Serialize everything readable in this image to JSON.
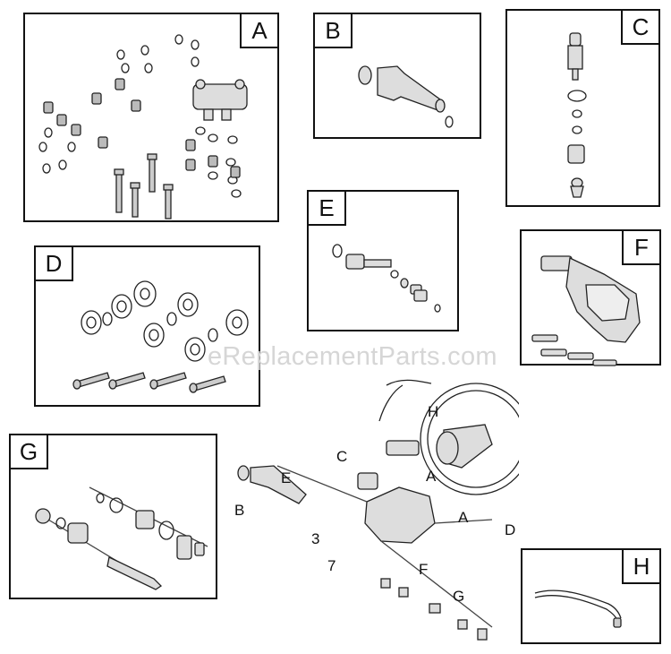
{
  "panels": {
    "A": {
      "label": "A"
    },
    "B": {
      "label": "B"
    },
    "C": {
      "label": "C"
    },
    "D": {
      "label": "D"
    },
    "E": {
      "label": "E"
    },
    "F": {
      "label": "F"
    },
    "G": {
      "label": "G"
    },
    "H": {
      "label": "H"
    }
  },
  "watermark": "eReplacementParts.com",
  "assembly": {
    "callouts": [
      "H",
      "C",
      "E",
      "A",
      "B",
      "A",
      "D",
      "3",
      "7",
      "F",
      "G"
    ]
  }
}
